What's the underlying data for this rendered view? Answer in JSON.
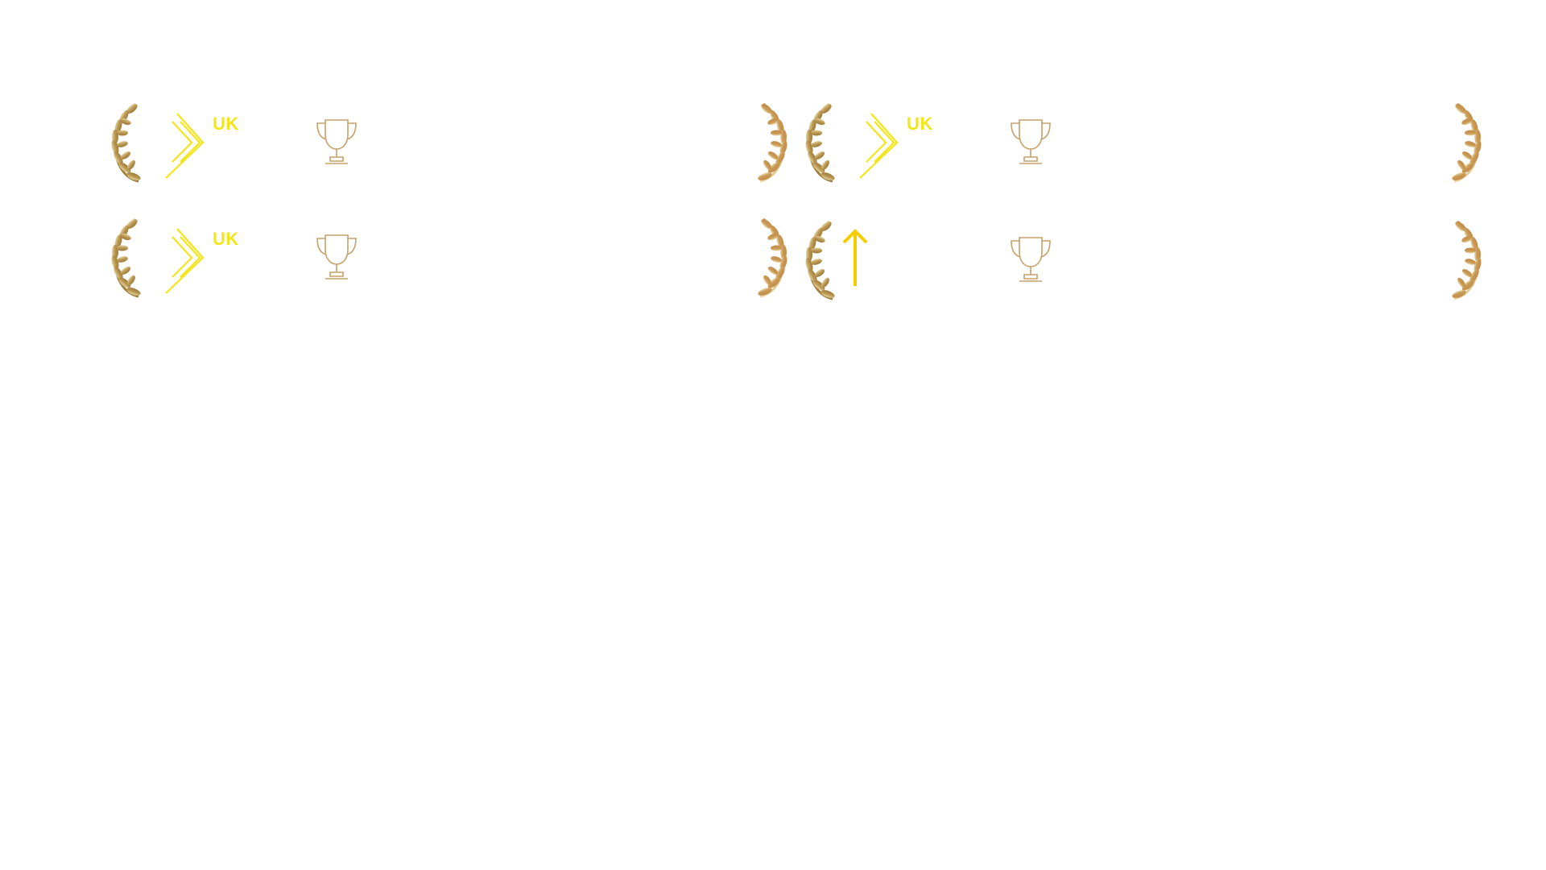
{
  "colors": {
    "laurel_gold": "#c9a05c",
    "laurel_light": "#e3d29b",
    "brand_yellow": "#f2e51a",
    "arrow_yellow": "#f5cc00",
    "trophy_stroke": "#c7a06a",
    "background": "#ffffff"
  },
  "awards": [
    {
      "logo": "uk-chevron-logo",
      "brand_text": "UK",
      "trophy_icon": "trophy-icon"
    },
    {
      "logo": "uk-chevron-logo",
      "brand_text": "UK",
      "trophy_icon": "trophy-icon"
    },
    {
      "logo": "uk-chevron-logo",
      "brand_text": "UK",
      "trophy_icon": "trophy-icon"
    },
    {
      "logo": "up-arrow-logo",
      "brand_text": "",
      "trophy_icon": "trophy-icon"
    }
  ]
}
